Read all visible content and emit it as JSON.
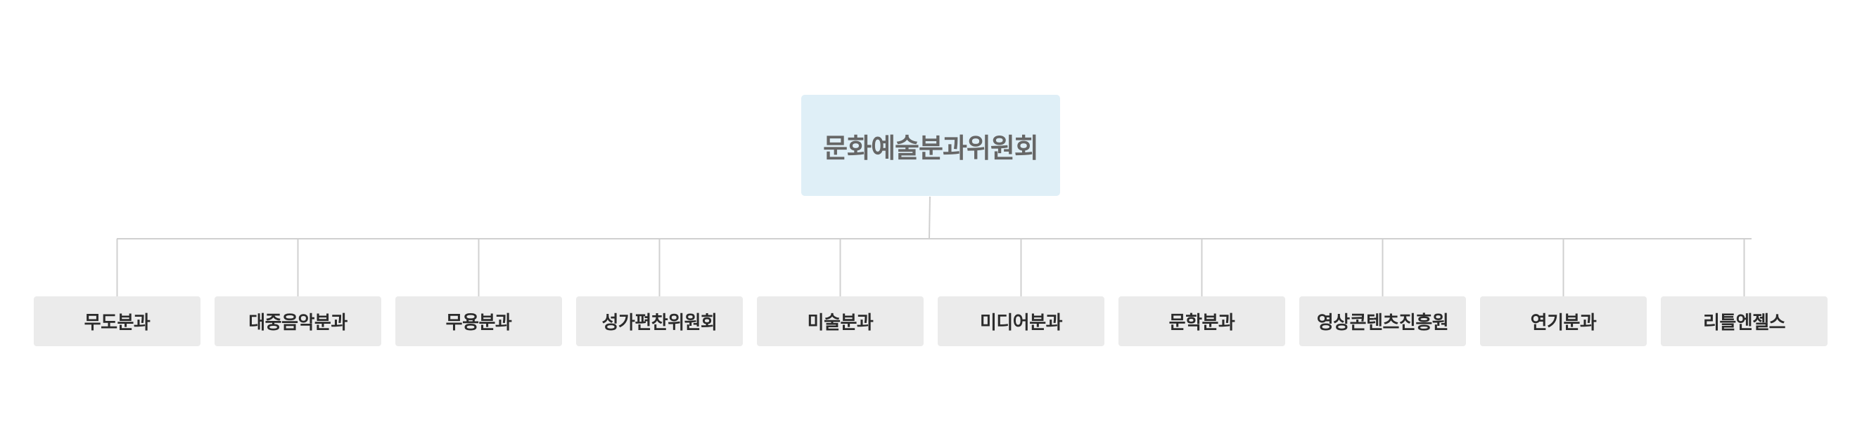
{
  "root": {
    "label": "문화예술분과위원회",
    "color": "#dfeff7"
  },
  "children": [
    {
      "label": "무도분과"
    },
    {
      "label": "대중음악분과"
    },
    {
      "label": "무용분과"
    },
    {
      "label": "성가편찬위원회"
    },
    {
      "label": "미술분과"
    },
    {
      "label": "미디어분과"
    },
    {
      "label": "문학분과"
    },
    {
      "label": "영상콘텐츠진흥원"
    },
    {
      "label": "연기분과"
    },
    {
      "label": "리틀엔젤스"
    }
  ],
  "colors": {
    "child_fill": "#ebebeb",
    "connector": "#d0d0d0"
  }
}
